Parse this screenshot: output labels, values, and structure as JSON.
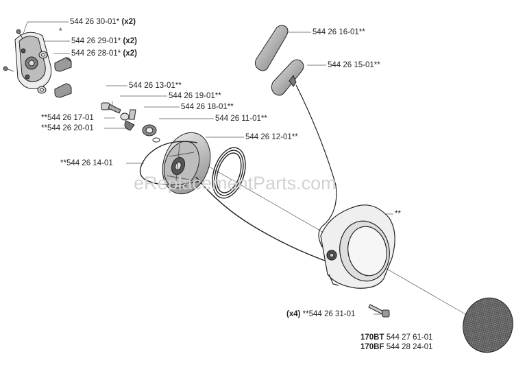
{
  "watermark": "eReplacementParts.com",
  "labels": {
    "p1": {
      "part": "544 26 30-01*",
      "qty": "(x2)"
    },
    "p2": {
      "part": "*"
    },
    "p3": {
      "part": "544 26 29-01*",
      "qty": "(x2)"
    },
    "p4": {
      "part": "544 26 28-01*",
      "qty": "(x2)"
    },
    "p5": {
      "part": "544 26 13-01**"
    },
    "p6": {
      "part": "544 26 19-01**"
    },
    "p7": {
      "part": "544 26 18-01**"
    },
    "p8": {
      "part": "**544 26 17-01"
    },
    "p9": {
      "part": "**544 26 20-01"
    },
    "p10": {
      "part": "544 26 11-01**"
    },
    "p11": {
      "part": "544 26 12-01**"
    },
    "p12": {
      "part": "**544 26 14-01"
    },
    "p13": {
      "part": "544 26 16-01**"
    },
    "p14": {
      "part": "544 26 15-01**"
    },
    "p15": {
      "part": "**"
    },
    "p16": {
      "qty": "(x4)",
      "part": "**544 26 31-01"
    },
    "p17": {
      "model": "170BT",
      "part": "544 27 61-01"
    },
    "p18": {
      "model": "170BF",
      "part": "544 28 24-01"
    }
  }
}
